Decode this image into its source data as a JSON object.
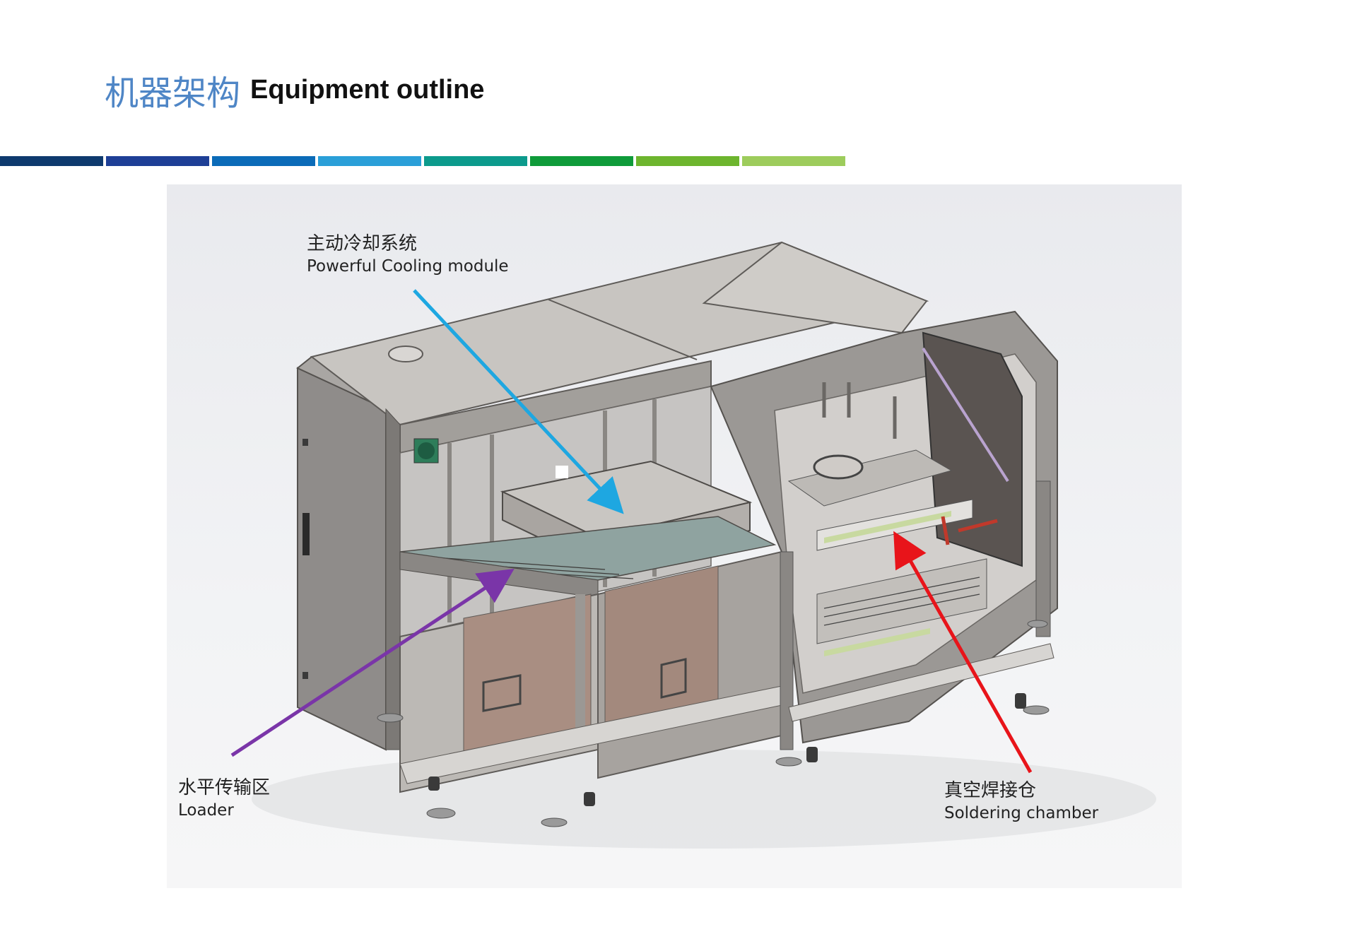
{
  "header": {
    "title_cn": "机器架构",
    "title_en": "Equipment outline"
  },
  "stripe_colors": [
    "#0e3a6e",
    "#1e3f96",
    "#0b6bb8",
    "#2a9fd8",
    "#0c9a8c",
    "#0f9b3a",
    "#6db52e",
    "#9dcc5c"
  ],
  "callouts": {
    "cooling": {
      "cn": "主动冷却系统",
      "en": "Powerful Cooling module",
      "arrow_color": "#1ea7e1"
    },
    "loader": {
      "cn": "水平传输区",
      "en": "Loader",
      "arrow_color": "#7a35a8"
    },
    "chamber": {
      "cn": "真空焊接仓",
      "en": "Soldering chamber",
      "arrow_color": "#e8141a"
    }
  }
}
